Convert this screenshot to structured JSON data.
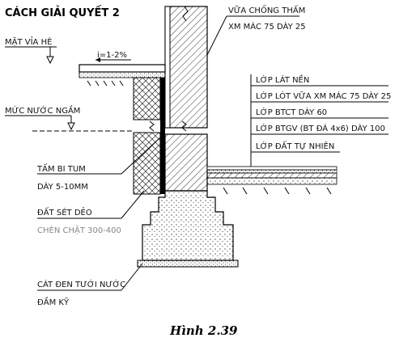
{
  "title": "CÁCH GIẢI QUYẾT 2",
  "caption": "Hình 2.39",
  "labels": {
    "mat_via_he": "MẶT VỈA HÈ",
    "slope": "i=1-2%",
    "muc_nuoc_ngam": "MỨC NƯỚC NGẦM",
    "vua_chong_tham_1": "VỮA CHỐNG THẤM",
    "vua_chong_tham_2": "XM MÁC 75 DÀY 25",
    "lop_lat_nen": "LỚP LÁT NỀN",
    "lop_lot": "LỚP LÓT VỮA XM MÁC 75 DÀY 25",
    "lop_btct": "LỚP BTCT DÀY 60",
    "lop_btgv": "LỚP BTGV (BT ĐÁ 4x6) DÀY 100",
    "lop_dat": "LỚP ĐẤT TỰ NHIÊN",
    "tam_bi_tum_1": "TẤM BI TUM",
    "tam_bi_tum_2": "DÀY 5-10MM",
    "dat_set_1": "ĐẤT SÉT DẺO",
    "dat_set_2": "CHÈN CHẶT 300-400",
    "cat_den_1": "CÁT ĐEN TƯỚI NƯỚC",
    "cat_den_2": "ĐẦM KỸ"
  }
}
